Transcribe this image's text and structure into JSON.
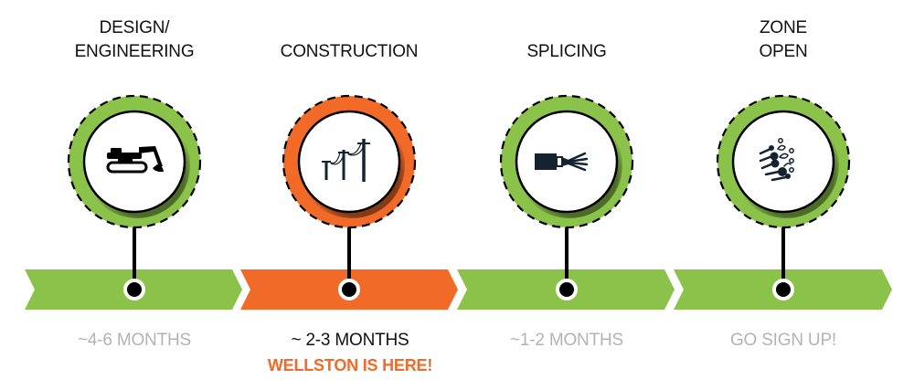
{
  "colors": {
    "green": "#8bc34a",
    "orange": "#f26a28",
    "icon": "#14232f",
    "inactive_text": "#b3b3b3",
    "active_text": "#111111",
    "highlight": "#f26a28"
  },
  "stages": [
    {
      "title_line1": "DESIGN/",
      "title_line2": "ENGINEERING",
      "icon": "excavator-icon",
      "duration": "~4-6 MONTHS",
      "state": "complete",
      "color": "#8bc34a"
    },
    {
      "title_line1": "",
      "title_line2": "CONSTRUCTION",
      "icon": "power-lines-icon",
      "duration": "~ 2-3 MONTHS",
      "state": "current",
      "color": "#f26a28"
    },
    {
      "title_line1": "",
      "title_line2": "SPLICING",
      "icon": "fiber-cable-icon",
      "duration": "~1-2 MONTHS",
      "state": "upcoming",
      "color": "#8bc34a"
    },
    {
      "title_line1": "ZONE",
      "title_line2": "OPEN",
      "icon": "network-nodes-icon",
      "duration": "GO SIGN UP!",
      "state": "upcoming",
      "color": "#8bc34a"
    }
  ],
  "current_note": "WELLSTON IS HERE!"
}
